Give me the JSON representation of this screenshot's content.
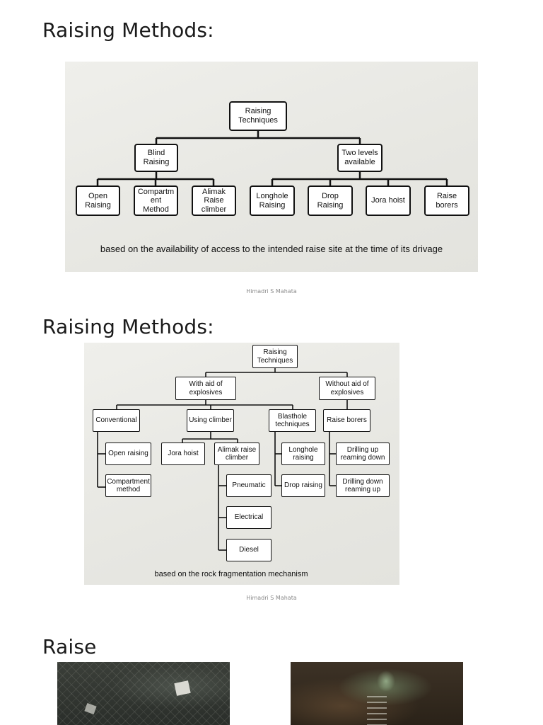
{
  "slides": [
    {
      "title": "Raising Methods:",
      "footer": "Himadri S Mahata",
      "diagram": {
        "root": "Raising\nTechniques",
        "groups": [
          {
            "label": "Blind\nRaising",
            "children": [
              "Open\nRaising",
              "Compartm\nent\nMethod",
              "Alimak\nRaise\nclimber"
            ]
          },
          {
            "label": "Two levels\navailable",
            "children": [
              "Longhole\nRaising",
              "Drop\nRaising",
              "Jora hoist",
              "Raise\nborers"
            ]
          }
        ],
        "caption": "based on the availability of access to the intended raise site at the time of its drivage"
      }
    },
    {
      "title": "Raising Methods:",
      "footer": "Himadri S Mahata",
      "diagram": {
        "root": "Raising\nTechniques",
        "with_explosives": "With aid of\nexplosives",
        "without_explosives": "Without aid of\nexplosives",
        "conventional": "Conventional",
        "conventional_children": [
          "Open raising",
          "Compartment\nmethod"
        ],
        "using_climber": "Using climber",
        "jora_hoist": "Jora hoist",
        "alimak": "Alimak raise\nclimber",
        "alimak_children": [
          "Pneumatic",
          "Electrical",
          "Diesel"
        ],
        "blasthole": "Blasthole\ntechniques",
        "blasthole_children": [
          "Longhole\nraising",
          "Drop raising"
        ],
        "raise_borers": "Raise borers",
        "raise_borers_children": [
          "Drilling up\nreaming down",
          "Drilling down\nreaming up"
        ],
        "caption": "based on the rock fragmentation mechanism"
      }
    },
    {
      "title": "Raise"
    }
  ]
}
